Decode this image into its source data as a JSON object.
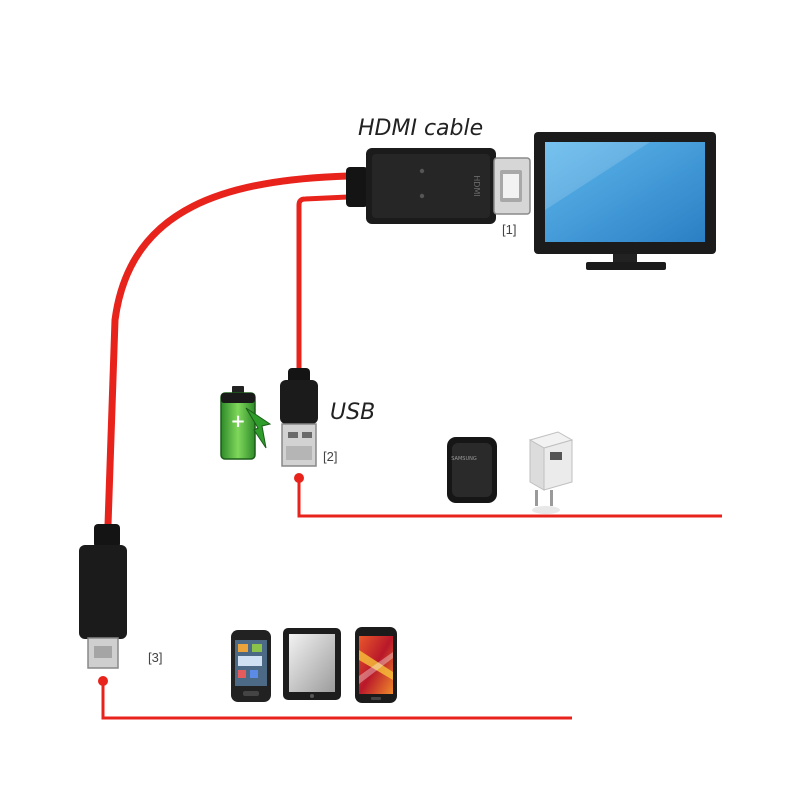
{
  "labels": {
    "hdmi_cable": "HDMI cable",
    "usb": "USB",
    "ref_1": "[1]",
    "ref_2": "[2]",
    "ref_3": "[3]"
  },
  "connector_text": {
    "hdmi_logo": "HDMI",
    "charger_brand": "SAMSUNG"
  },
  "icons": {
    "battery": "battery-charging-icon",
    "monitor": "monitor-icon",
    "charger_black": "wall-charger-icon",
    "charger_white": "usb-power-adapter-icon",
    "phone_1": "smartphone-icon",
    "tablet": "tablet-icon",
    "phone_2": "smartphone-icon"
  },
  "colors": {
    "cable": "#e8231c",
    "connector_body": "#1a1a1a",
    "metal": "#c9c9c9",
    "screen": "#3f9ad8",
    "battery_green": "#3fa83a"
  }
}
